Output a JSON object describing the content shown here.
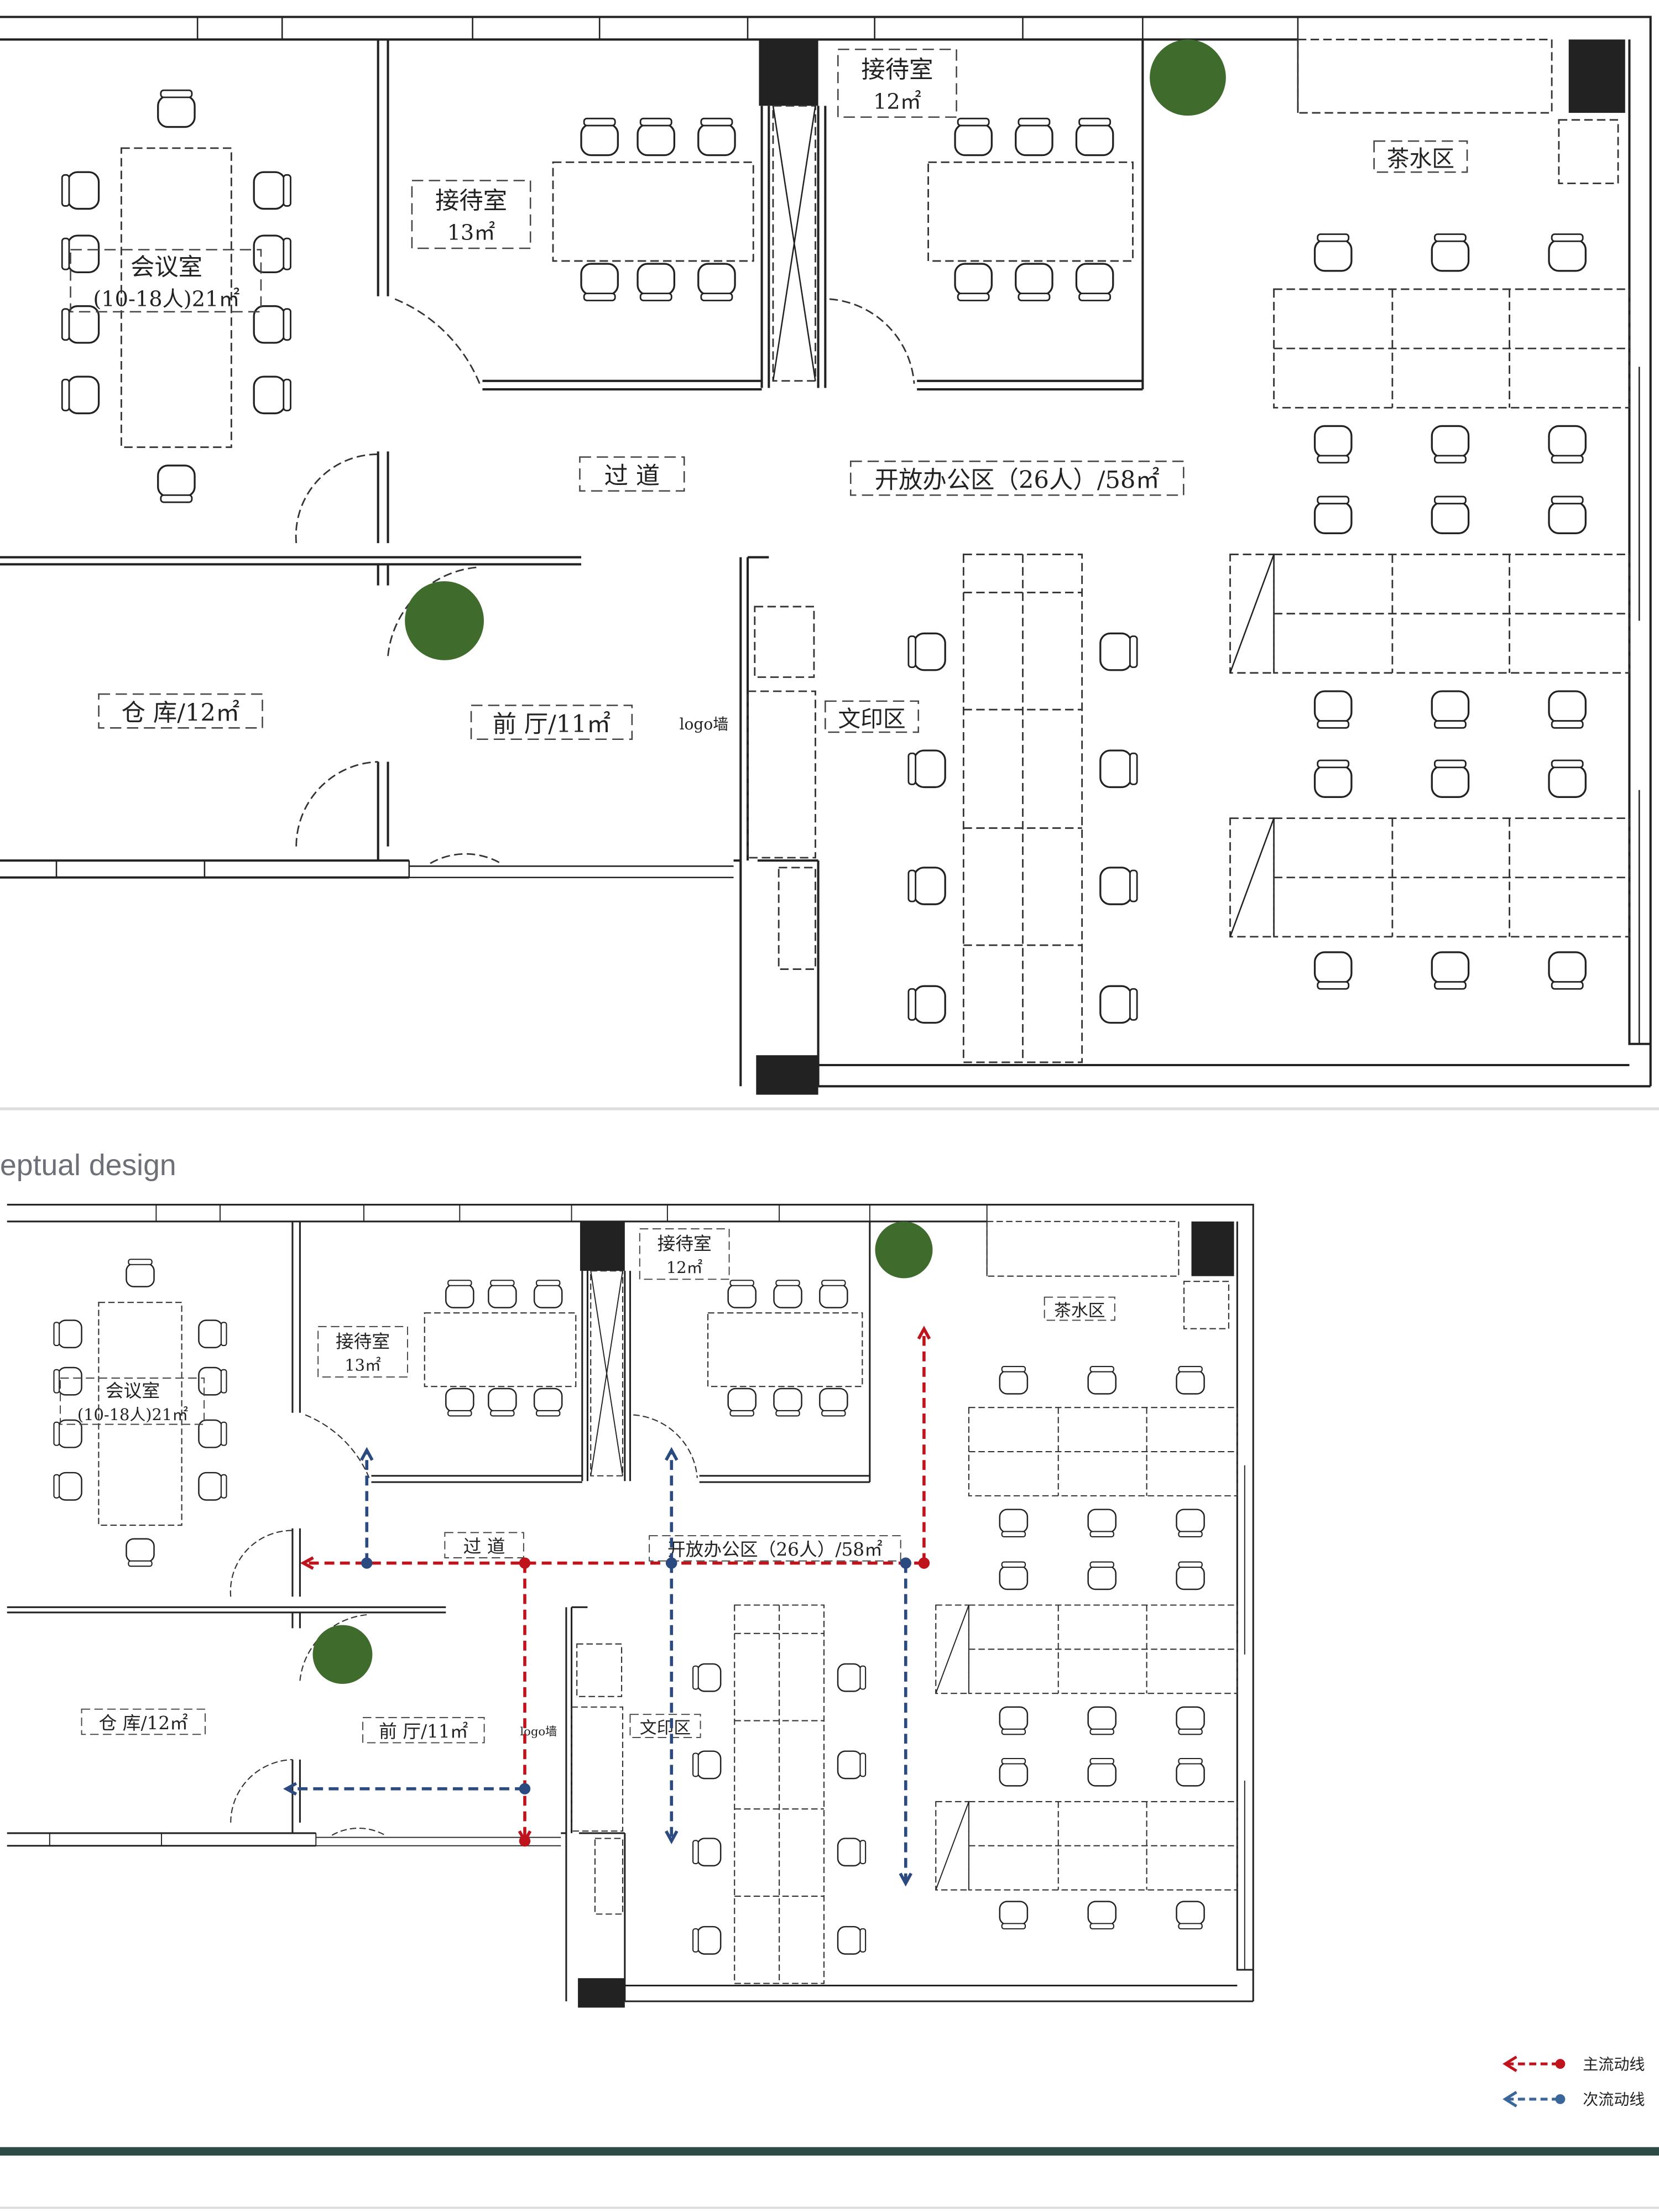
{
  "section_subtitle": "eptual design",
  "plan": {
    "rooms": {
      "meeting": "会议室",
      "meeting_capacity": "(10-18人)21㎡",
      "reception_a": "接待室",
      "reception_a_area": "13㎡",
      "reception_b": "接待室",
      "reception_b_area": "12㎡",
      "tea": "茶水区",
      "corridor": "过 道",
      "open_office": "开放办公区（26人）/58㎡",
      "storage": "仓 库/12㎡",
      "lobby": "前 厅/11㎡",
      "logo_wall": "logo墙",
      "print": "文印区"
    }
  },
  "legend": {
    "primary": "主流动线",
    "secondary": "次流动线",
    "primary_color": "#c0141c",
    "secondary_color": "#2b4a80"
  },
  "colors": {
    "accent_bar": "#2d4a44",
    "tree": "#3f6b2c"
  }
}
